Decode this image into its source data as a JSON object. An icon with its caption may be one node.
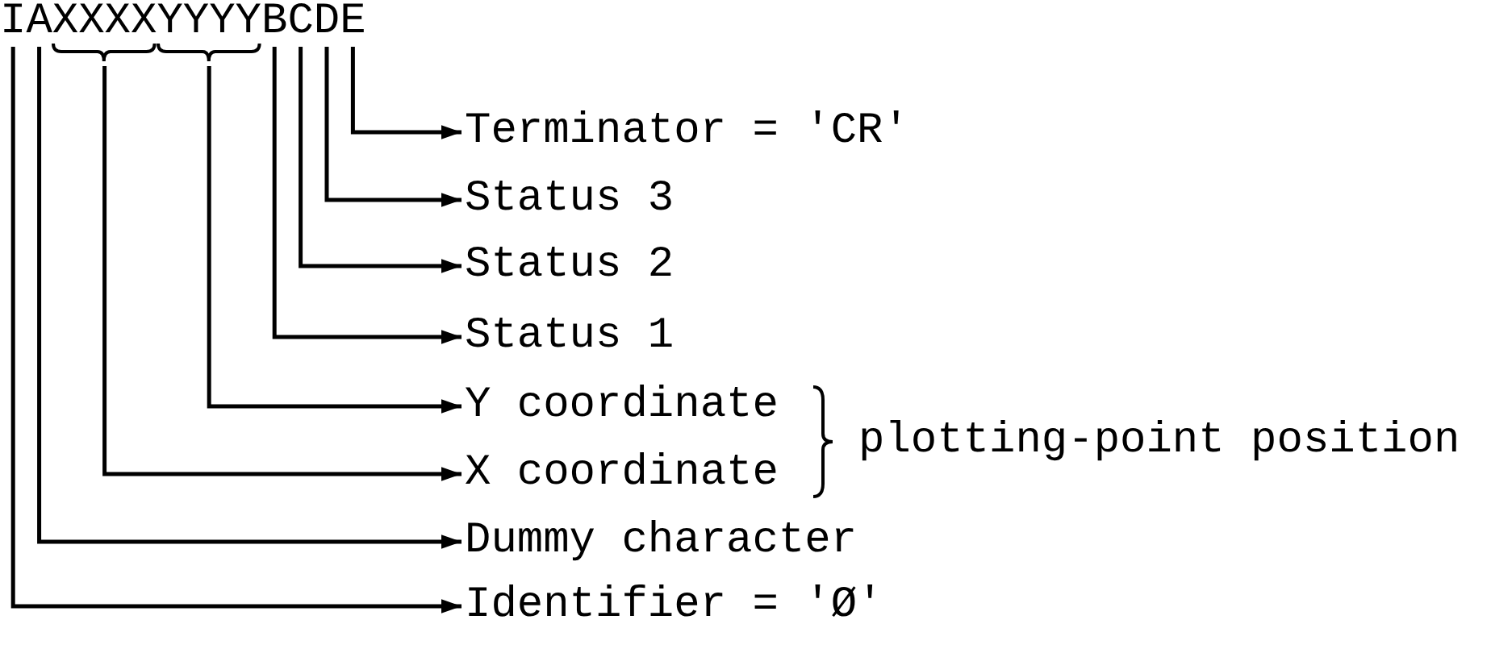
{
  "diagram": {
    "nodes": [
      {
        "text": [
          "I"
        ]
      },
      {
        "text": [
          "A"
        ]
      },
      {
        "text": [
          "XXXX"
        ]
      },
      {
        "text": [
          "YYYY"
        ]
      },
      {
        "text": [
          "B"
        ]
      },
      {
        "text": [
          "C"
        ]
      },
      {
        "text": [
          "D"
        ]
      },
      {
        "text": [
          "E"
        ]
      },
      {
        "text": [
          "Terminator = 'CR'"
        ]
      },
      {
        "text": [
          "Status 3"
        ]
      },
      {
        "text": [
          "Status 2"
        ]
      },
      {
        "text": [
          "Status 1"
        ]
      },
      {
        "text": [
          "Y coordinate"
        ]
      },
      {
        "text": [
          "X coordinate"
        ]
      },
      {
        "text": [
          "Dummy character"
        ]
      },
      {
        "text": [
          "Identifier = 'Ø'"
        ]
      }
    ],
    "edges": [
      {
        "from": 7,
        "to": 8,
        "arrow": "to"
      },
      {
        "from": 6,
        "to": 9,
        "arrow": "to"
      },
      {
        "from": 5,
        "to": 10,
        "arrow": "to"
      },
      {
        "from": 4,
        "to": 11,
        "arrow": "to"
      },
      {
        "from": 3,
        "to": 12,
        "arrow": "to"
      },
      {
        "from": 2,
        "to": 13,
        "arrow": "to"
      },
      {
        "from": 1,
        "to": 14,
        "arrow": "to"
      },
      {
        "from": 0,
        "to": 15,
        "arrow": "to"
      }
    ],
    "labels": [
      "plotting-point position"
    ]
  }
}
